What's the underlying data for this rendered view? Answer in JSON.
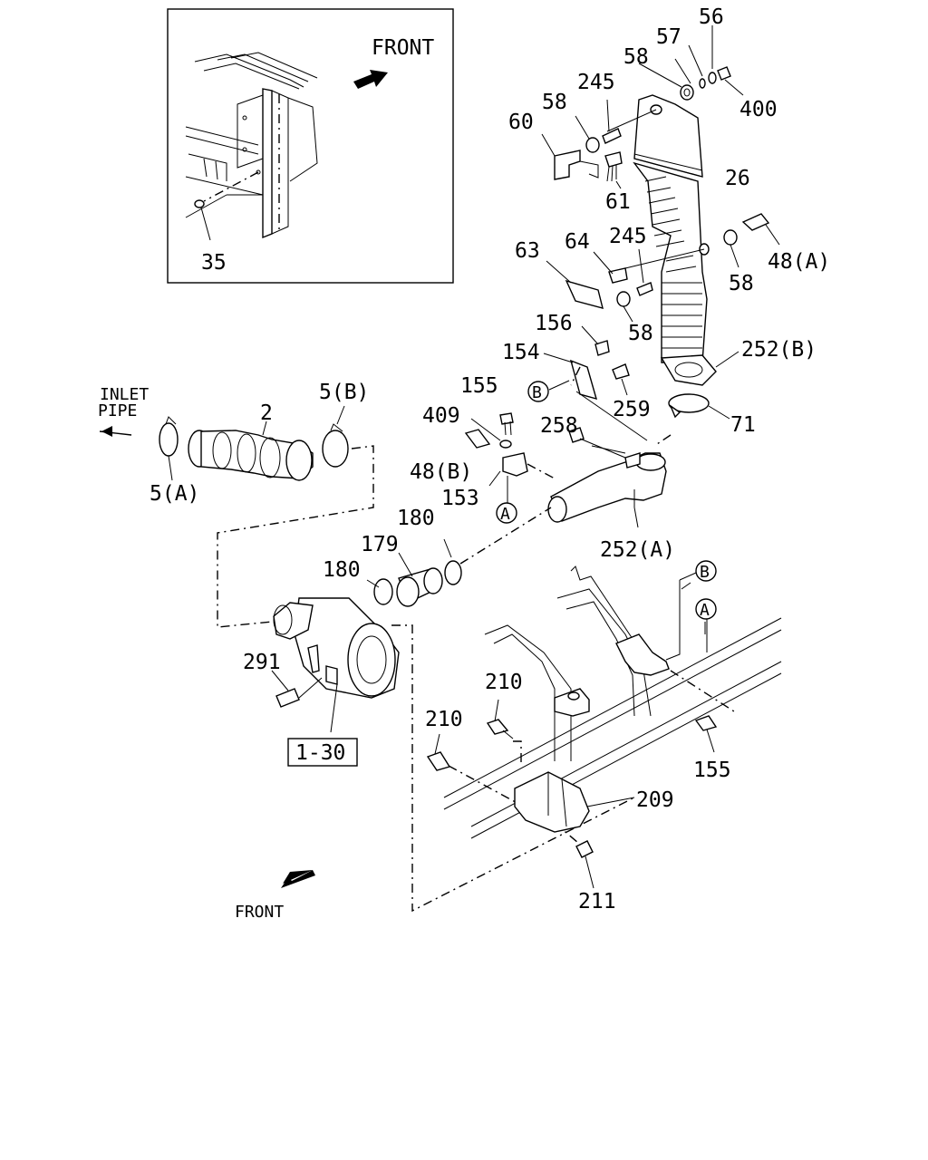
{
  "inset": {
    "front_label": "FRONT",
    "callout": "35"
  },
  "labels": {
    "inlet_pipe_line1": "INLET",
    "inlet_pipe_line2": "PIPE",
    "front_bottom": "FRONT"
  },
  "callouts": [
    {
      "id": "56",
      "text": "56"
    },
    {
      "id": "57",
      "text": "57"
    },
    {
      "id": "58a",
      "text": "58"
    },
    {
      "id": "400",
      "text": "400"
    },
    {
      "id": "245a",
      "text": "245"
    },
    {
      "id": "58b",
      "text": "58"
    },
    {
      "id": "60",
      "text": "60"
    },
    {
      "id": "26",
      "text": "26"
    },
    {
      "id": "61",
      "text": "61"
    },
    {
      "id": "245b",
      "text": "245"
    },
    {
      "id": "64",
      "text": "64"
    },
    {
      "id": "63",
      "text": "63"
    },
    {
      "id": "48a",
      "text": "48(A)"
    },
    {
      "id": "58c",
      "text": "58"
    },
    {
      "id": "58d",
      "text": "58"
    },
    {
      "id": "156",
      "text": "156"
    },
    {
      "id": "154",
      "text": "154"
    },
    {
      "id": "252b",
      "text": "252(B)"
    },
    {
      "id": "259",
      "text": "259"
    },
    {
      "id": "155a",
      "text": "155"
    },
    {
      "id": "409",
      "text": "409"
    },
    {
      "id": "71",
      "text": "71"
    },
    {
      "id": "258",
      "text": "258"
    },
    {
      "id": "5b",
      "text": "5(B)"
    },
    {
      "id": "2",
      "text": "2"
    },
    {
      "id": "48b",
      "text": "48(B)"
    },
    {
      "id": "153",
      "text": "153"
    },
    {
      "id": "5a",
      "text": "5(A)"
    },
    {
      "id": "180a",
      "text": "180"
    },
    {
      "id": "179",
      "text": "179"
    },
    {
      "id": "252a",
      "text": "252(A)"
    },
    {
      "id": "180b",
      "text": "180"
    },
    {
      "id": "291",
      "text": "291"
    },
    {
      "id": "1-30",
      "text": "1-30"
    },
    {
      "id": "210a",
      "text": "210"
    },
    {
      "id": "210b",
      "text": "210"
    },
    {
      "id": "155b",
      "text": "155"
    },
    {
      "id": "209",
      "text": "209"
    },
    {
      "id": "211",
      "text": "211"
    }
  ],
  "markers": [
    {
      "id": "B-upper",
      "text": "B"
    },
    {
      "id": "A-upper",
      "text": "A"
    },
    {
      "id": "B-frame",
      "text": "B"
    },
    {
      "id": "A-frame",
      "text": "A"
    }
  ]
}
